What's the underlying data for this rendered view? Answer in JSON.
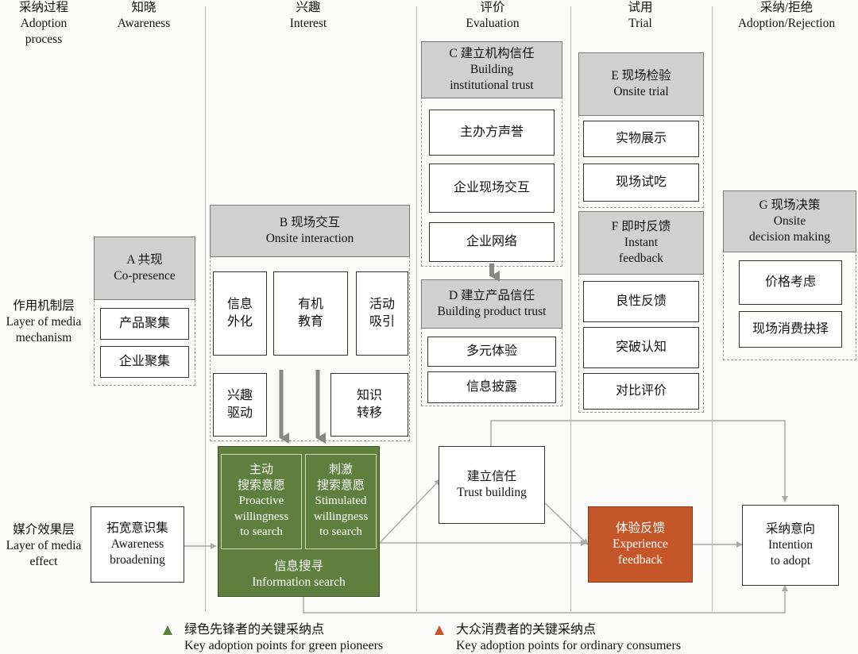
{
  "columns": {
    "process": "采纳过程\nAdoption\nprocess",
    "awareness": "知晓\nAwareness",
    "interest": "兴趣\nInterest",
    "evaluation": "评价\nEvaluation",
    "trial": "试用\nTrial",
    "adoption": "采纳/拒绝\nAdoption/Rejection"
  },
  "rows": {
    "mechanism": "作用机制层\nLayer of media\nmechanism",
    "effect": "媒介效果层\nLayer of media\neffect"
  },
  "mechanism": {
    "a": {
      "title": "A 共现\nCo-presence",
      "items": [
        "产品聚集",
        "企业聚集"
      ]
    },
    "b": {
      "title": "B 现场交互\nOnsite interaction",
      "items": [
        "信息\n外化",
        "有机\n教育",
        "活动\n吸引",
        "兴趣\n驱动",
        "知识\n转移"
      ]
    },
    "c": {
      "title": "C 建立机构信任\nBuilding\ninstitutional trust",
      "items": [
        "主办方声誉",
        "企业现场交互",
        "企业网络"
      ]
    },
    "d": {
      "title": "D 建立产品信任\nBuilding product trust",
      "items": [
        "多元体验",
        "信息披露"
      ]
    },
    "e": {
      "title": "E 现场检验\nOnsite trial",
      "items": [
        "实物展示",
        "现场试吃"
      ]
    },
    "f": {
      "title": "F 即时反馈\nInstant\nfeedback",
      "items": [
        "良性反馈",
        "突破认知",
        "对比评价"
      ]
    },
    "g": {
      "title": "G 现场决策\nOnsite\ndecision making",
      "items": [
        "价格考虑",
        "现场消费抉择"
      ]
    }
  },
  "effect": {
    "awareness": "拓宽意识集\nAwareness\nbroadening",
    "proactive": "主动\n搜索意愿\nProactive\nwillingness\nto search",
    "stimulated": "刺激\n搜索意愿\nStimulated\nwillingness\nto search",
    "search": "信息搜寻\nInformation  search",
    "trust": "建立信任\nTrust building",
    "experience": "体验反馈\nExperience\nfeedback",
    "intention": "采纳意向\nIntention\nto adopt"
  },
  "legend": {
    "green_cn": "绿色先锋者的关键采纳点",
    "green_en": "Key adoption points for green pioneers",
    "orange_cn": "大众消费者的关键采纳点",
    "orange_en": "Key adoption points for ordinary consumers"
  },
  "colors": {
    "green": "#5e7f3e",
    "orange": "#c4562a",
    "grey": "#d0d0d0"
  }
}
